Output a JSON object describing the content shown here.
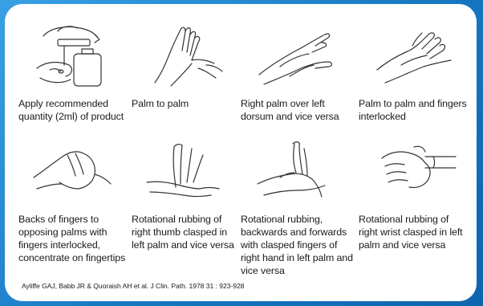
{
  "steps": [
    {
      "caption": "Apply recommended quantity (2ml) of product",
      "icon": "dispenser-hands-icon"
    },
    {
      "caption": "Palm to palm",
      "icon": "palm-to-palm-icon"
    },
    {
      "caption": "Right palm over left dorsum and vice versa",
      "icon": "palm-over-dorsum-icon"
    },
    {
      "caption": "Palm to palm and fingers interlocked",
      "icon": "fingers-interlocked-icon"
    },
    {
      "caption": "Backs of fingers to opposing palms with fingers interlocked, concentrate on fingertips",
      "icon": "backs-of-fingers-icon"
    },
    {
      "caption": "Rotational rubbing of right thumb clasped in left palm and vice versa",
      "icon": "thumb-rubbing-icon"
    },
    {
      "caption": "Rotational rubbing, backwards and forwards with clasped fingers of right hand in left palm and vice versa",
      "icon": "fingertip-rubbing-icon"
    },
    {
      "caption": "Rotational rubbing of right wrist clasped in left palm and vice versa",
      "icon": "wrist-rubbing-icon"
    }
  ],
  "citation": "Ayliffe GAJ, Babb JR & Quoraish AH et al. J Clin. Path. 1978 31 : 923-928",
  "colors": {
    "background": "#1f7fc8",
    "panel": "#ffffff",
    "text": "#1a1a1a"
  }
}
